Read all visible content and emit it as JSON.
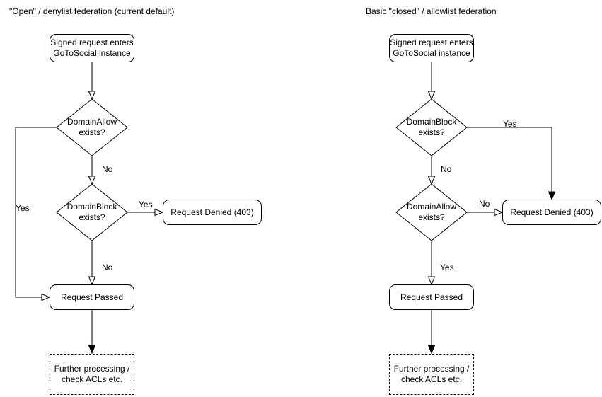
{
  "colors": {
    "stroke": "#000000",
    "node_fill": "#ffffff",
    "text": "#000000",
    "background": "#ffffff"
  },
  "charts": [
    {
      "title": "\"Open\" / denylist federation (current default)",
      "start": [
        "Signed request enters",
        "GoToSocial instance"
      ],
      "decision1": [
        "DomainAllow",
        "exists?"
      ],
      "decision1_down_label": "No",
      "decision1_side_label": "Yes",
      "decision2": [
        "DomainBlock",
        "exists?"
      ],
      "decision2_side_label": "Yes",
      "decision2_down_label": "No",
      "denied": "Request Denied (403)",
      "passed": "Request Passed",
      "further": [
        "Further processing /",
        "check ACLs etc."
      ]
    },
    {
      "title": "Basic \"closed\" / allowlist federation",
      "start": [
        "Signed request enters",
        "GoToSocial instance"
      ],
      "decision1": [
        "DomainBlock",
        "exists?"
      ],
      "decision1_down_label": "No",
      "decision1_side_label": "Yes",
      "decision2": [
        "DomainAllow",
        "exists?"
      ],
      "decision2_side_label": "No",
      "decision2_down_label": "Yes",
      "denied": "Request Denied (403)",
      "passed": "Request Passed",
      "further": [
        "Further processing /",
        "check ACLs etc."
      ]
    }
  ]
}
